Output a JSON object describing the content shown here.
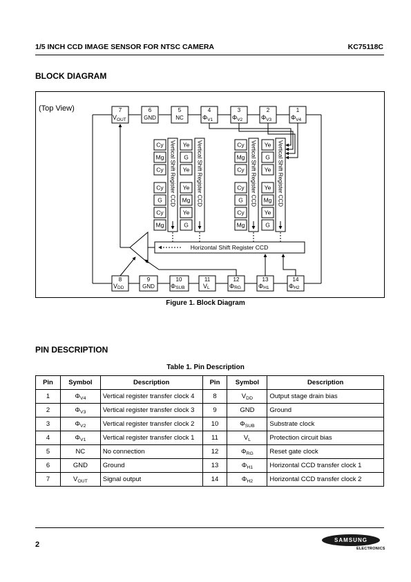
{
  "header": {
    "title": "1/5 INCH CCD IMAGE SENSOR FOR NTSC CAMERA",
    "part_number": "KC75118C"
  },
  "block_diagram": {
    "section_title": "BLOCK DIAGRAM",
    "view_label": "(Top View)",
    "top_pins": [
      {
        "num": "7",
        "sym": "V",
        "sub": "OUT"
      },
      {
        "num": "6",
        "sym": "GND",
        "sub": ""
      },
      {
        "num": "5",
        "sym": "NC",
        "sub": ""
      },
      {
        "num": "4",
        "sym": "Φ",
        "sub": "V1"
      },
      {
        "num": "3",
        "sym": "Φ",
        "sub": "V2"
      },
      {
        "num": "2",
        "sym": "Φ",
        "sub": "V3"
      },
      {
        "num": "1",
        "sym": "Φ",
        "sub": "V4"
      }
    ],
    "bottom_pins": [
      {
        "num": "8",
        "sym": "V",
        "sub": "DD"
      },
      {
        "num": "9",
        "sym": "GND",
        "sub": ""
      },
      {
        "num": "10",
        "sym": "Φ",
        "sub": "SUB"
      },
      {
        "num": "11",
        "sym": "V",
        "sub": "L"
      },
      {
        "num": "12",
        "sym": "Φ",
        "sub": "RG"
      },
      {
        "num": "13",
        "sym": "Φ",
        "sub": "H1"
      },
      {
        "num": "14",
        "sym": "Φ",
        "sub": "H2"
      }
    ],
    "left_group": {
      "col1": [
        "Cy",
        "Mg",
        "Cy",
        "Cy",
        "G",
        "Cy",
        "Mg"
      ],
      "col2": [
        "Ye",
        "G",
        "Ye",
        "Ye",
        "Mg",
        "Ye",
        "G"
      ]
    },
    "right_group": {
      "col1": [
        "Cy",
        "Mg",
        "Cy",
        "Cy",
        "G",
        "Cy",
        "Mg"
      ],
      "col2": [
        "Ye",
        "G",
        "Ye",
        "Ye",
        "Mg",
        "Ye",
        "G"
      ]
    },
    "vertical_register_label": "Vertical Shift Register CCD",
    "horizontal_register_label": "Horizontal Shift Register CCD",
    "figure_caption": "Figure 1. Block Diagram"
  },
  "pin_description": {
    "section_title": "PIN DESCRIPTION",
    "table_caption": "Table 1. Pin Description",
    "headers": [
      "Pin",
      "Symbol",
      "Description",
      "Pin",
      "Symbol",
      "Description"
    ],
    "rows": [
      {
        "pin1": "1",
        "sym1": "Φ",
        "sub1": "V4",
        "desc1": "Vertical register transfer clock 4",
        "pin2": "8",
        "sym2": "V",
        "sub2": "DD",
        "desc2": "Output stage drain bias"
      },
      {
        "pin1": "2",
        "sym1": "Φ",
        "sub1": "V3",
        "desc1": "Vertical register transfer clock 3",
        "pin2": "9",
        "sym2": "GND",
        "sub2": "",
        "desc2": "Ground"
      },
      {
        "pin1": "3",
        "sym1": "Φ",
        "sub1": "V2",
        "desc1": "Vertical register transfer clock 2",
        "pin2": "10",
        "sym2": "Φ",
        "sub2": "SUB",
        "desc2": "Substrate clock"
      },
      {
        "pin1": "4",
        "sym1": "Φ",
        "sub1": "V1",
        "desc1": "Vertical register transfer clock 1",
        "pin2": "11",
        "sym2": "V",
        "sub2": "L",
        "desc2": "Protection circuit bias"
      },
      {
        "pin1": "5",
        "sym1": "NC",
        "sub1": "",
        "desc1": "No connection",
        "pin2": "12",
        "sym2": "Φ",
        "sub2": "RG",
        "desc2": "Reset gate clock"
      },
      {
        "pin1": "6",
        "sym1": "GND",
        "sub1": "",
        "desc1": "Ground",
        "pin2": "13",
        "sym2": "Φ",
        "sub2": "H1",
        "desc2": "Horizontal CCD transfer clock 1"
      },
      {
        "pin1": "7",
        "sym1": "V",
        "sub1": "OUT",
        "desc1": "Signal output",
        "pin2": "14",
        "sym2": "Φ",
        "sub2": "H2",
        "desc2": "Horizontal CCD transfer clock 2"
      }
    ]
  },
  "footer": {
    "page_number": "2",
    "logo_text": "SAMSUNG",
    "logo_sub": "ELECTRONICS"
  }
}
